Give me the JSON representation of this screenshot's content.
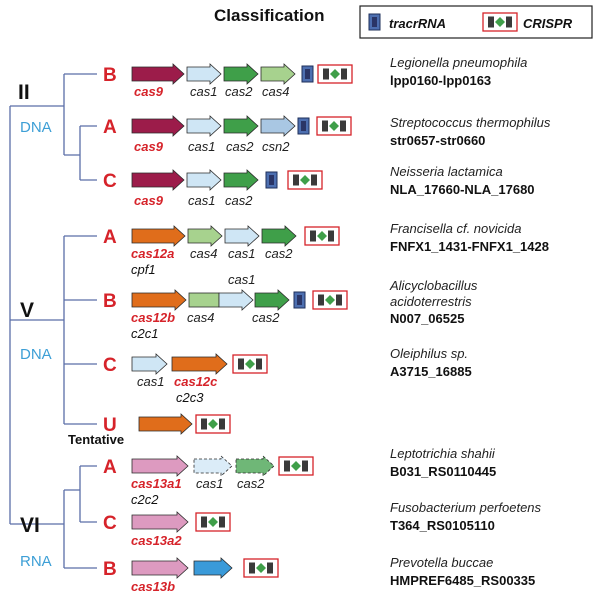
{
  "title": "Classification",
  "legend": {
    "tracr_label": "tracrRNA",
    "crispr_label": "CRISPR"
  },
  "classes": [
    {
      "roman": "II",
      "molecule": "DNA"
    },
    {
      "roman": "V",
      "molecule": "DNA"
    },
    {
      "roman": "VI",
      "molecule": "RNA"
    }
  ],
  "tentative_label": "Tentative",
  "colors": {
    "cas9": "#9c1c4a",
    "cas12": "#e06d1b",
    "cas13": "#dd9ac0",
    "cas13b_partner": "#3a9ad9",
    "cas1": "#cfe6f5",
    "cas2": "#3f9f49",
    "cas4": "#a7d28e",
    "csn2": "#a9c7e3",
    "tracr": "#4d6fb0",
    "crispr_frame": "#d6232a",
    "tree": "#5a6ea8",
    "subtype": "#d6232a"
  },
  "loci": [
    {
      "subtype": "B",
      "effector": "cas9",
      "alias": "",
      "genes": [
        "cas1",
        "cas2",
        "cas4"
      ],
      "organism": "Legionella pneumophila",
      "locus_id": "lpp0160-lpp0163"
    },
    {
      "subtype": "A",
      "effector": "cas9",
      "alias": "",
      "genes": [
        "cas1",
        "cas2",
        "csn2"
      ],
      "organism": "Streptococcus thermophilus",
      "locus_id": "str0657-str0660"
    },
    {
      "subtype": "C",
      "effector": "cas9",
      "alias": "",
      "genes": [
        "cas1",
        "cas2"
      ],
      "organism": "Neisseria lactamica",
      "locus_id": "NLA_17660-NLA_17680"
    },
    {
      "subtype": "A",
      "effector": "cas12a",
      "alias": "cpf1",
      "genes": [
        "cas4",
        "cas1",
        "cas2"
      ],
      "organism": "Francisella cf. novicida",
      "locus_id": "FNFX1_1431-FNFX1_1428"
    },
    {
      "subtype": "B",
      "effector": "cas12b",
      "alias": "c2c1",
      "genes": [
        "cas4",
        "cas1",
        "cas2"
      ],
      "organism": "Alicyclobacillus",
      "organism2": "acidoterrestris",
      "locus_id": "N007_06525"
    },
    {
      "subtype": "C",
      "effector": "cas12c",
      "alias": "c2c3",
      "genes": [
        "cas1"
      ],
      "organism": "Oleiphilus sp.",
      "locus_id": "A3715_16885"
    },
    {
      "subtype": "U",
      "effector": "",
      "alias": "",
      "genes": [],
      "organism": "",
      "locus_id": ""
    },
    {
      "subtype": "A",
      "effector": "cas13a1",
      "alias": "c2c2",
      "genes": [
        "cas1",
        "cas2"
      ],
      "organism": "Leptotrichia shahii",
      "locus_id": "B031_RS0110445"
    },
    {
      "subtype": "C",
      "effector": "cas13a2",
      "alias": "",
      "genes": [],
      "organism": "Fusobacterium perfoetens",
      "locus_id": "T364_RS0105110"
    },
    {
      "subtype": "B",
      "effector": "cas13b",
      "alias": "",
      "genes": [],
      "organism": "Prevotella buccae",
      "locus_id": "HMPREF6485_RS00335"
    }
  ]
}
